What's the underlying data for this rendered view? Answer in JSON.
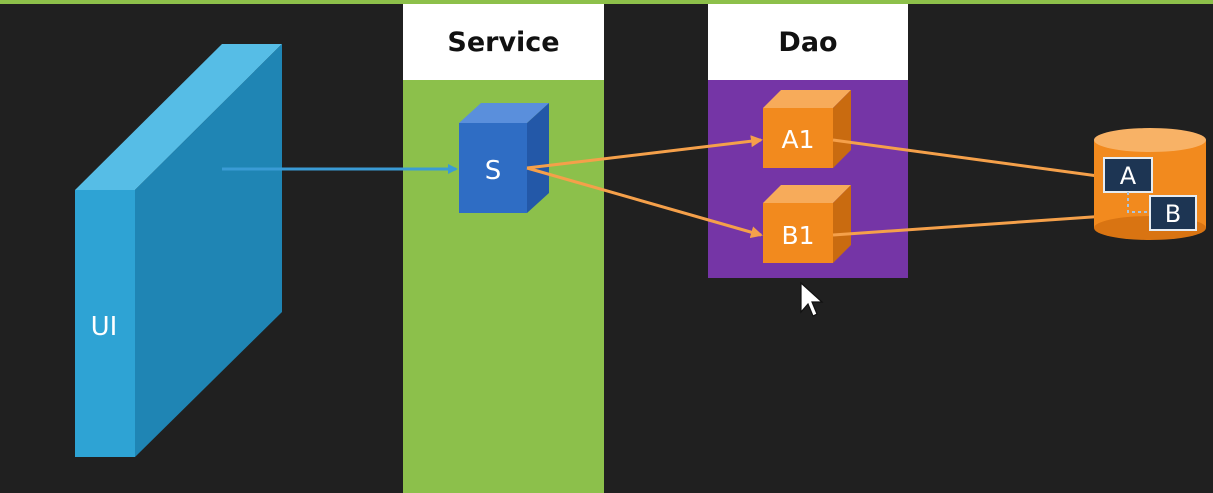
{
  "columns": {
    "service": {
      "title": "Service",
      "color": "#8cc04b"
    },
    "dao": {
      "title": "Dao",
      "color": "#7535a6"
    }
  },
  "nodes": {
    "ui": {
      "label": "UI",
      "color": "#2ea3d4"
    },
    "s": {
      "label": "S",
      "color": "#2f6dc4"
    },
    "a1": {
      "label": "A1",
      "color": "#f28a1e"
    },
    "b1": {
      "label": "B1",
      "color": "#f28a1e"
    },
    "db_table_a": {
      "label": "A"
    },
    "db_table_b": {
      "label": "B"
    }
  },
  "colors": {
    "background": "#202020",
    "accent_line": "#8dc04a",
    "arrow_blue": "#3a9bd5",
    "arrow_orange": "#f5a04a"
  }
}
